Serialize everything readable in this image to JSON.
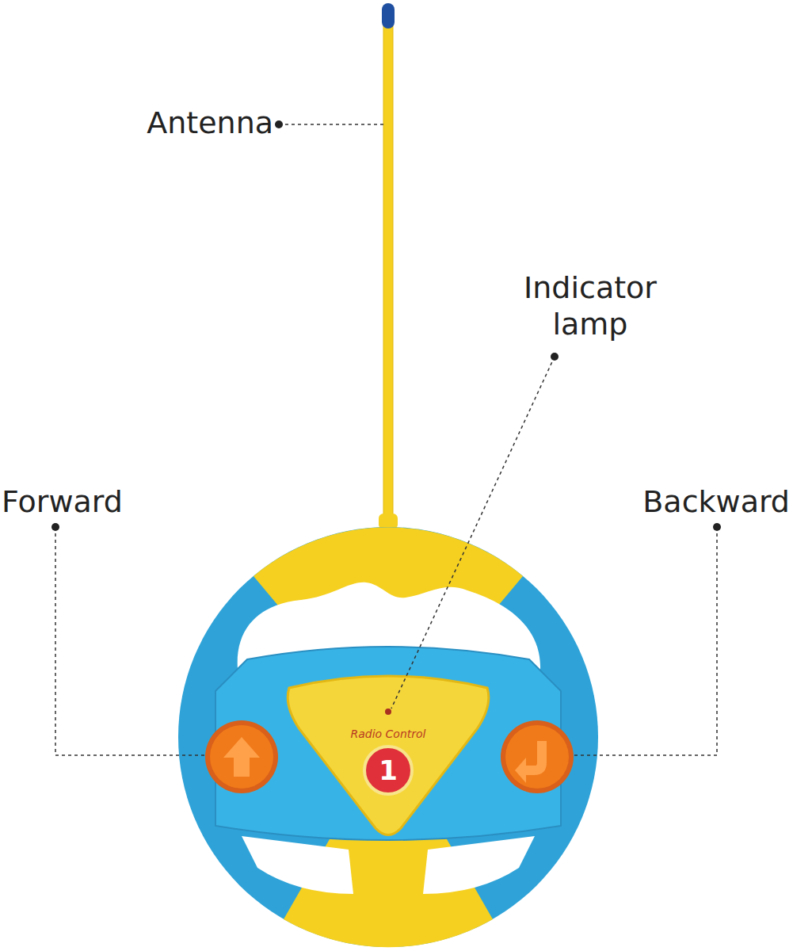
{
  "diagram": {
    "labels": [
      "Antenna",
      "Indicator lamp",
      "Forward",
      "Backward",
      "Radio Control",
      "1"
    ]
  }
}
